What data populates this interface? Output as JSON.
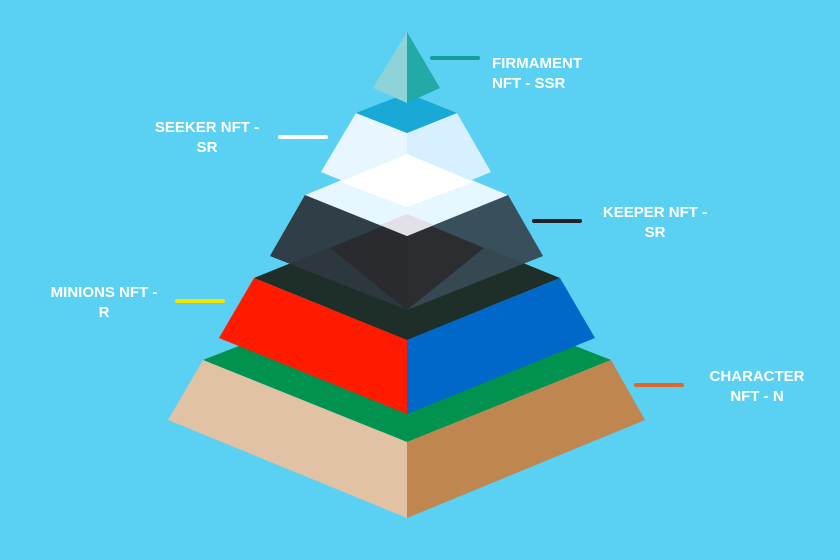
{
  "tiers": [
    {
      "name": "FIRMAMENT",
      "line1": "FIRMAMENT",
      "line2": "NFT - SSR",
      "line_color": "#169e96"
    },
    {
      "name": "SEEKER",
      "line1": "SEEKER NFT -",
      "line2": "SR",
      "line_color": "#ffffff"
    },
    {
      "name": "KEEPER",
      "line1": "KEEPER NFT -",
      "line2": "SR",
      "line_color": "#1c2226"
    },
    {
      "name": "MINIONS",
      "line1": "MINIONS NFT -",
      "line2": "R",
      "line_color": "#f2e600"
    },
    {
      "name": "CHARACTER",
      "line1": "CHARACTER",
      "line2": "NFT - N",
      "line_color": "#e2662a"
    }
  ],
  "colors": {
    "background": "#5ad0f2",
    "character_left": "#e2c2a4",
    "character_right": "#c08650",
    "character_top": "#00924e",
    "minions_left": "#ff1a00",
    "minions_right": "#0068c8",
    "keeper": "#2b2c30",
    "seeker": "#e8f7ff",
    "seeker_top": "#19a9d6",
    "firmament_left": "#8ed3d8",
    "firmament_right": "#22aaa6"
  }
}
